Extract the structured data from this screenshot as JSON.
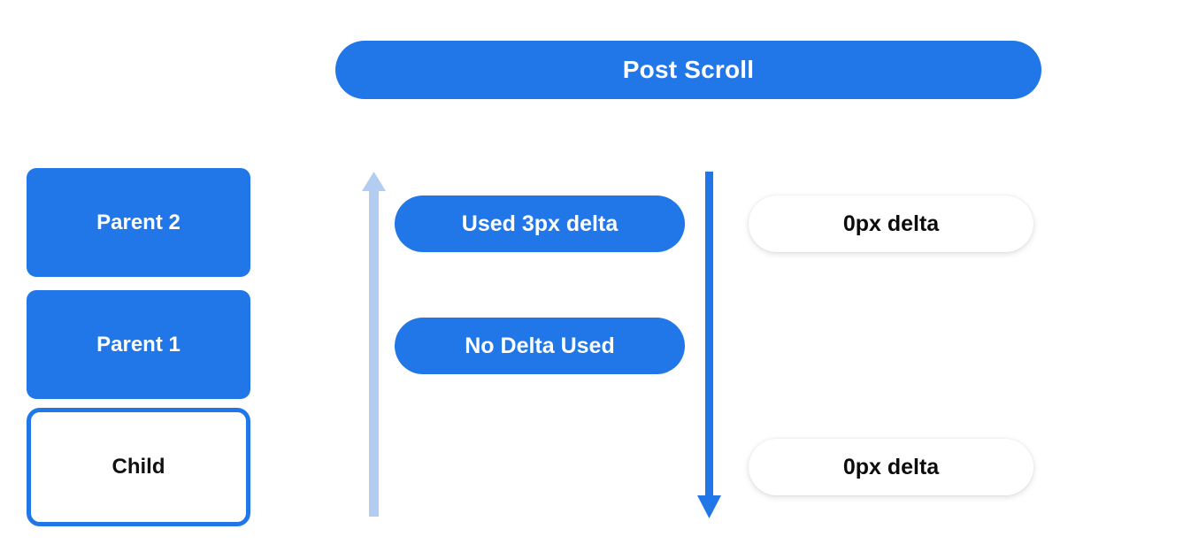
{
  "banner": {
    "title": "Post Scroll"
  },
  "colors": {
    "blue": "#2176E8",
    "light_blue": "#B3CCF2",
    "white": "#FFFFFF",
    "text_dark": "#0C0C0C"
  },
  "left_stack": {
    "items": [
      {
        "label": "Parent 2",
        "style": "filled"
      },
      {
        "label": "Parent 1",
        "style": "filled"
      },
      {
        "label": "Child",
        "style": "outlined"
      }
    ]
  },
  "arrows": [
    {
      "name": "scroll-up-arrow",
      "direction": "up",
      "color": "#B3CCF2"
    },
    {
      "name": "scroll-down-arrow",
      "direction": "down",
      "color": "#2176E8"
    }
  ],
  "middle_column": {
    "pills": [
      {
        "label": "Used 3px delta"
      },
      {
        "label": "No Delta Used"
      }
    ]
  },
  "right_column": {
    "pills": [
      {
        "label": "0px delta"
      },
      {
        "label": "0px delta"
      }
    ]
  }
}
